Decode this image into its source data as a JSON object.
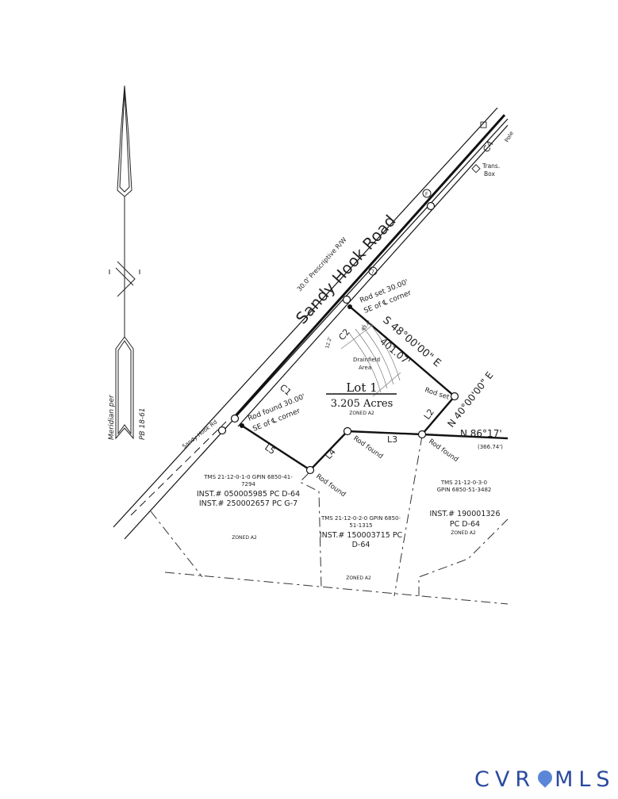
{
  "road": {
    "name": "Sandy Hook Road",
    "row": "30.0' Prescriptive R/W",
    "small_label": "Sandy Hook Rd",
    "route_marker": "7",
    "route_marker_2": "F"
  },
  "north_arrow": {
    "label_1": "Meridian per",
    "label_2": "PB 18-61"
  },
  "curves": {
    "c1": "C1",
    "c2": "C2",
    "c4": "C4"
  },
  "lines": {
    "l2": "L2",
    "l3": "L3",
    "l4": "L4",
    "l5": "L5"
  },
  "bearings": {
    "b1": "S 48°00'00\" E",
    "b1_dist": "401.07'",
    "b2": "N 40°00'00\" E",
    "b3": "N 86°17'",
    "b3_dist": "(366.74')"
  },
  "monuments": {
    "rod_set_road": "Rod set 30.00'",
    "rod_set_road_2": "SE of ℄ corner",
    "rod_found_road": "Rod found 30.00'",
    "rod_found_road_2": "SE of ℄ corner",
    "rod_set": "Rod set",
    "rod_found": "Rod found"
  },
  "drainfield": {
    "label": "Drainfield",
    "label_2": "Area",
    "dim_1": "43.4'",
    "dim_2": "12.2'"
  },
  "utilities": {
    "trans_box": "Trans.",
    "trans_box_2": "Box",
    "pole": "Pole"
  },
  "lot": {
    "name": "Lot 1",
    "acres": "3.205 Acres",
    "zoning": "ZONED A2"
  },
  "parcels": [
    {
      "tms": "TMS 21-12-0-1-0 GPIN 6850-41-",
      "tms_2": "7294",
      "inst_1": "INST.# 050005985 PC D-64",
      "inst_2": "INST.# 250002657 PC G-7",
      "zoning": "ZONED A2"
    },
    {
      "tms": "TMS 21-12-0-2-0 GPIN 6850-",
      "tms_2": "51-1315",
      "inst_1": "INST.# 150003715 PC",
      "inst_2": "D-64",
      "zoning": "ZONED A2"
    },
    {
      "tms": "TMS 21-12-0-3-0",
      "tms_2": "GPIN 6850-51-3482",
      "inst_1": "INST.# 190001326",
      "inst_2": "PC D-64",
      "zoning": "ZONED A2"
    }
  ],
  "logo": {
    "text_1": "CVR",
    "text_2": "MLS"
  }
}
